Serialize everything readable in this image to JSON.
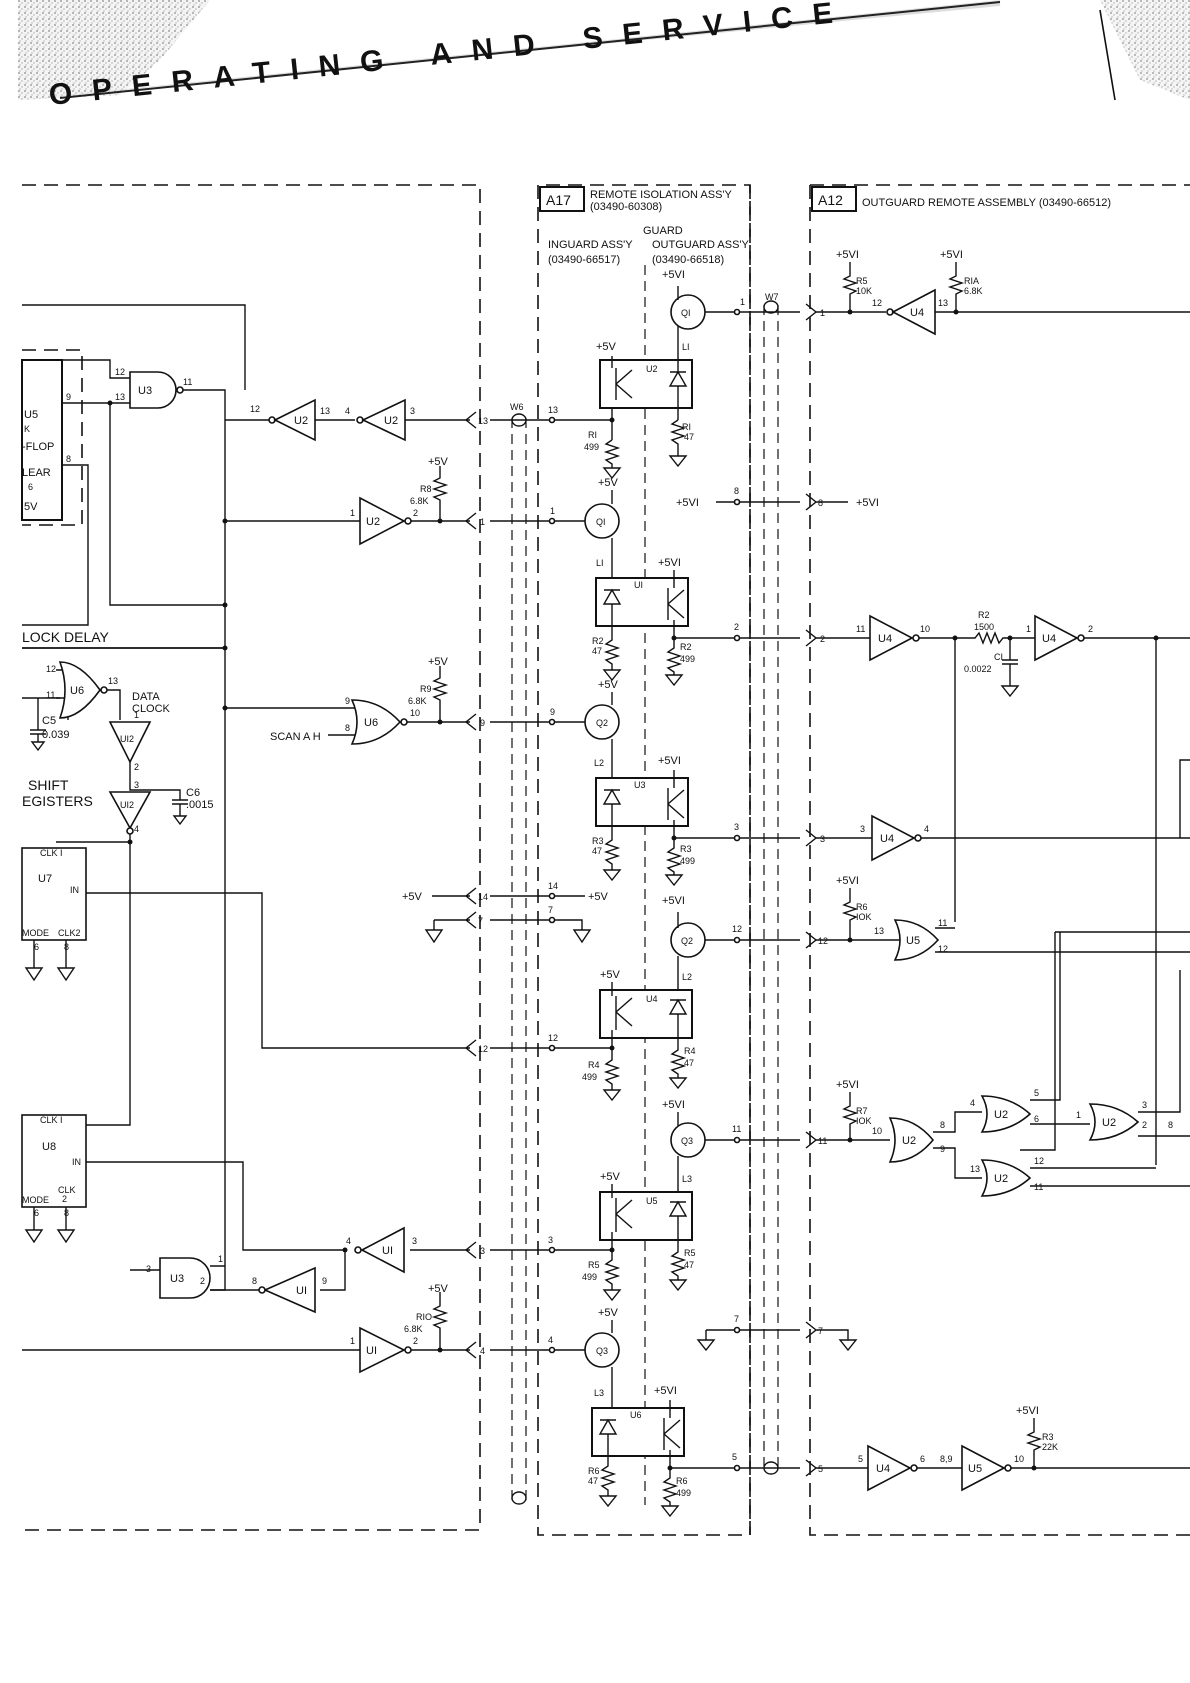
{
  "header": {
    "title": "OPERATING AND SERVICE"
  },
  "a17": {
    "id": "A17",
    "name": "REMOTE ISOLATION ASS'Y",
    "part": "(03490-60308)",
    "guard": "GUARD",
    "inguard": "INGUARD ASS'Y",
    "inguard_part": "(03490-66517)",
    "outguard": "OUTGUARD ASS'Y",
    "outguard_part": "(03490-66518)"
  },
  "a12": {
    "id": "A12",
    "name": "OUTGUARD REMOTE ASSEMBLY (03490-66512)"
  },
  "left": {
    "u5": "U5",
    "flipflop_k": "K",
    "flipflop": "-FLOP",
    "clear": "LEAR",
    "pin6": "6",
    "v5": "5V",
    "clock_delay": "LOCK DELAY",
    "shift1": "SHIFT",
    "shift2": "EGISTERS",
    "data_clock1": "DATA",
    "data_clock2": "CLOCK",
    "c5": "C5",
    "c5v": "0.039",
    "c6": "C6",
    "c6v": ".0015",
    "scan": "SCAN A H",
    "u7": "U7",
    "u8": "U8",
    "clk1": "CLK I",
    "clk2": "CLK2",
    "clk2b": "CLK",
    "two": "2",
    "mode": "MODE",
    "in": "IN"
  },
  "rails": {
    "p5v": "+5V",
    "p5vi": "+5VI"
  },
  "cables": {
    "w6": "W6",
    "w7": "W7"
  },
  "parts": {
    "r8": "R8",
    "r8v": "6.8K",
    "r9": "R9",
    "r9v": "6.8K",
    "r10": "RIO",
    "r10v": "6.8K",
    "r1a": "RI",
    "r1av": "499",
    "r1b": "RI",
    "r1bv": "47",
    "r2a": "R2",
    "r2av": "47",
    "r2b": "R2",
    "r2bv": "499",
    "r3a": "R3",
    "r3av": "47",
    "r3b": "R3",
    "r3bv": "499",
    "r4a": "R4",
    "r4av": "499",
    "r4b": "R4",
    "r4bv": "47",
    "r5a": "R5",
    "r5av": "499",
    "r5b": "R5",
    "r5bv": "47",
    "r6a": "R6",
    "r6av": "47",
    "r6b": "R6",
    "r6bv": "499",
    "a12r5": "R5",
    "a12r5v": "10K",
    "a12r1a": "RIA",
    "a12r1av": "6.8K",
    "a12r2": "R2",
    "a12r2v": "1500",
    "a12c1": "CI",
    "a12c1v": "0.0022",
    "a12r6": "R6",
    "a12r6v": "IOK",
    "a12r7": "R7",
    "a12r7v": "IOK",
    "a12r3": "R3",
    "a12r3v": "22K"
  },
  "devices": {
    "q1": "QI",
    "q2": "Q2",
    "q3": "Q3",
    "u1": "UI",
    "u2": "U2",
    "u3": "U3",
    "u4": "U4",
    "u5": "U5",
    "u6": "U6",
    "u12": "UI2",
    "l1": "LI",
    "l2": "L2",
    "l3": "L3"
  },
  "conn": {
    "p13": "13",
    "p1": "1",
    "p9": "9",
    "p3": "3",
    "p14": "14",
    "p7": "7",
    "p12": "12",
    "p4": "4",
    "p8": "8",
    "p2": "2",
    "p11": "11",
    "p5": "5"
  },
  "gpins": {
    "g1": "1",
    "g2": "2",
    "g3": "3",
    "g4": "4",
    "g5": "5",
    "g6": "6",
    "g8": "8",
    "g9": "9",
    "g10": "10",
    "g11": "11",
    "g12": "12",
    "g13": "13",
    "g89": "8,9"
  }
}
